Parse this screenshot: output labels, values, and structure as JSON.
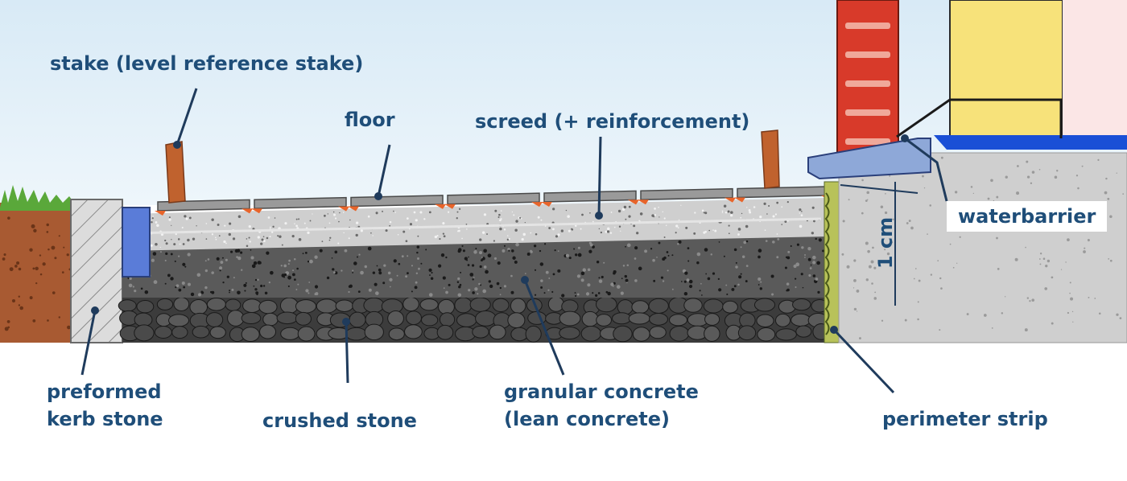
{
  "colors": {
    "label": "#1f4e79",
    "leader": "#1f3b5c",
    "sky_top": "#d8eaf6",
    "sky_bottom": "#eef6fb",
    "ground": "#ffffff",
    "soil": "#a85a32",
    "grass": "#5aa83a",
    "kerb": "#dcdcdc",
    "crushed_stone": "#3c3c3c",
    "granular_concrete": "#5a5a5a",
    "screed": "#cfcfcf",
    "tiles": "#9a9a9a",
    "tile_adhesive": "#e8642a",
    "stake": "#c0622e",
    "perimeter_strip": "#b8c25a",
    "foundation": "#cfcfcf",
    "brick": "#d83a2a",
    "insulation": "#f7e27a",
    "waterbarrier": "#1a4fd6",
    "sill": "#8ea8d8"
  },
  "labels": {
    "stake": "stake (level reference stake)",
    "floor": "floor",
    "screed": "screed (+ reinforcement)",
    "waterbarrier": "waterbarrier",
    "measure": "1 cm",
    "kerb_line1": "preformed",
    "kerb_line2": "kerb stone",
    "crushed_stone": "crushed stone",
    "granular_line1": "granular concrete",
    "granular_line2": "(lean concrete)",
    "perimeter_strip": "perimeter strip"
  }
}
